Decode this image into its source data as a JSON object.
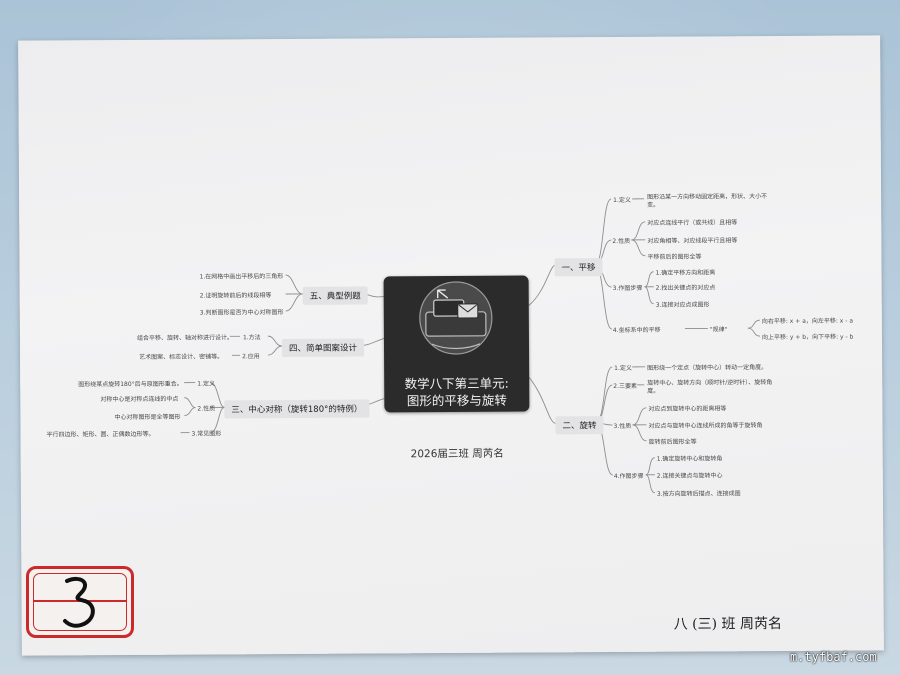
{
  "center": {
    "title_line1": "数学八下第三单元:",
    "title_line2": "图形的平移与旋转"
  },
  "author_line": "2026届三班 周芮名",
  "branch1": {
    "title": "一、平移",
    "def_label": "1.定义",
    "def_text1": "图形沿某一方向移动固定距离，形状、大小不",
    "def_text2": "变。",
    "prop_label": "2.性质",
    "props": [
      "对应点连线平行（或共线）且相等",
      "对应角相等、对应线段平行且相等",
      "平移前后的图形全等"
    ],
    "steps_label": "3.作图步骤",
    "steps": [
      "1.确定平移方向和距离",
      "2.找出关键点的对应点",
      "3.连接对应点成图形"
    ],
    "coord_label": "4.坐标系中的平移",
    "rule": "\"规律\"",
    "rules": [
      "向右平移: x + a，向左平移: x - a",
      "向上平移: y + b，向下平移: y - b"
    ]
  },
  "branch2": {
    "title": "二、旋转",
    "def_label": "1.定义",
    "def_text": "图形绕一个定点（旋转中心）转动一定角度。",
    "elem_label": "2.三要素",
    "elem_text1": "旋转中心、旋转方向（顺时针/逆时针）、旋转角",
    "elem_text2": "度。",
    "prop_label": "3.性质",
    "props": [
      "对应点到旋转中心的距离相等",
      "对应点与旋转中心连线所成的角等于旋转角",
      "旋转前后图形全等"
    ],
    "steps_label": "4.作图步骤",
    "steps": [
      "1.确定旋转中心和旋转角",
      "2.连接关键点与旋转中心",
      "3.按方向旋转后描点、连接成图"
    ]
  },
  "branch3": {
    "title": "三、中心对称（旋转180°的特例）",
    "def_label": "1.定义",
    "def_text": "图形绕某点旋转180°后与原图形重合。",
    "prop_label": "2.性质",
    "props": [
      "对称中心是对称点连线的中点",
      "中心对称图形是全等图形"
    ],
    "common_label": "3.常见图形",
    "common_text": "平行四边形、矩形、圆、正偶数边形等。"
  },
  "branch4": {
    "title": "四、简单图案设计",
    "method_label": "1.方法",
    "method_text": "组合平移、旋转、轴对称进行设计。",
    "apply_label": "2.应用",
    "apply_text": "艺术图案、标志设计、密铺等。"
  },
  "branch5": {
    "title": "五、典型例题",
    "items": [
      "1.在网格中画出平移后的三角形",
      "2.证明旋转前后的线段相等",
      "3.判断图形是否为中心对称图形"
    ]
  },
  "stamp_number": "3",
  "signature": "八 (三) 班 周芮名",
  "watermark": "m.tyfbaf.com",
  "colors": {
    "paper": "#f0f0f1",
    "center_box": "#2b2b2c",
    "stamp_red": "#cc2a2a",
    "branch_fill": "#e3e3e5"
  }
}
